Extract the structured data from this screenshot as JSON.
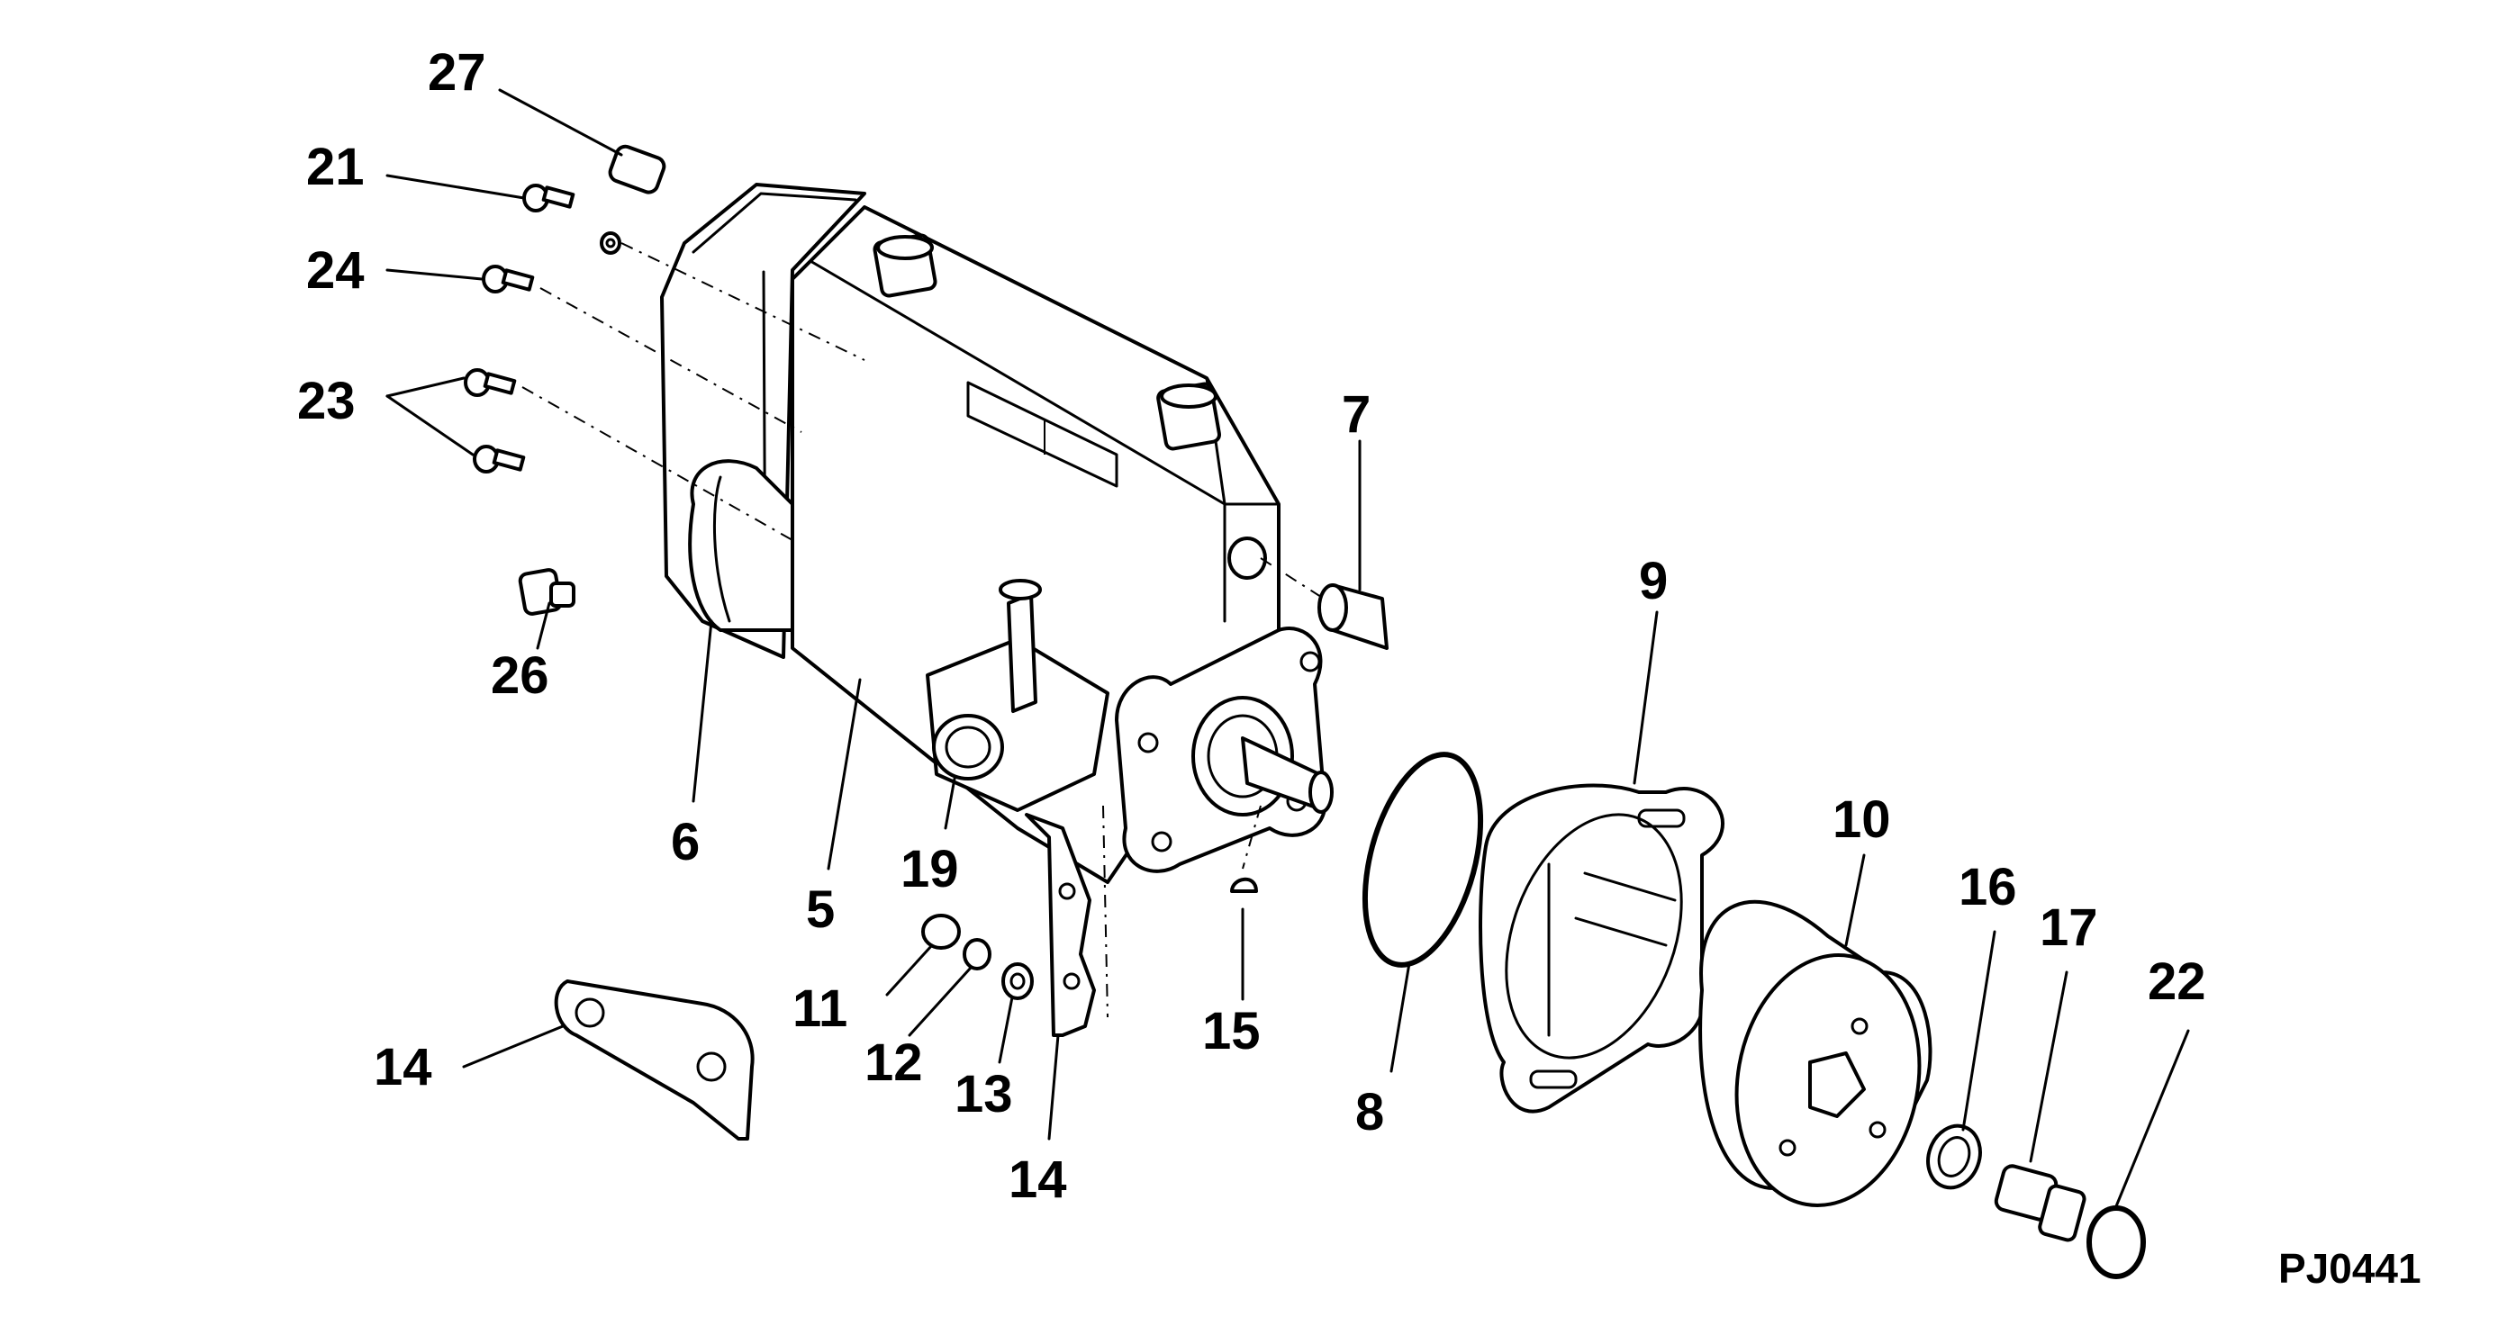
{
  "drawing_id": "PJ0441",
  "callouts": [
    {
      "label": "27"
    },
    {
      "label": "21"
    },
    {
      "label": "24"
    },
    {
      "label": "23"
    },
    {
      "label": "26"
    },
    {
      "label": "6"
    },
    {
      "label": "5"
    },
    {
      "label": "19"
    },
    {
      "label": "7"
    },
    {
      "label": "9"
    },
    {
      "label": "8"
    },
    {
      "label": "10"
    },
    {
      "label": "16"
    },
    {
      "label": "17"
    },
    {
      "label": "22"
    },
    {
      "label": "15"
    },
    {
      "label": "11"
    },
    {
      "label": "12"
    },
    {
      "label": "13"
    },
    {
      "label": "14"
    },
    {
      "label": "14"
    }
  ]
}
